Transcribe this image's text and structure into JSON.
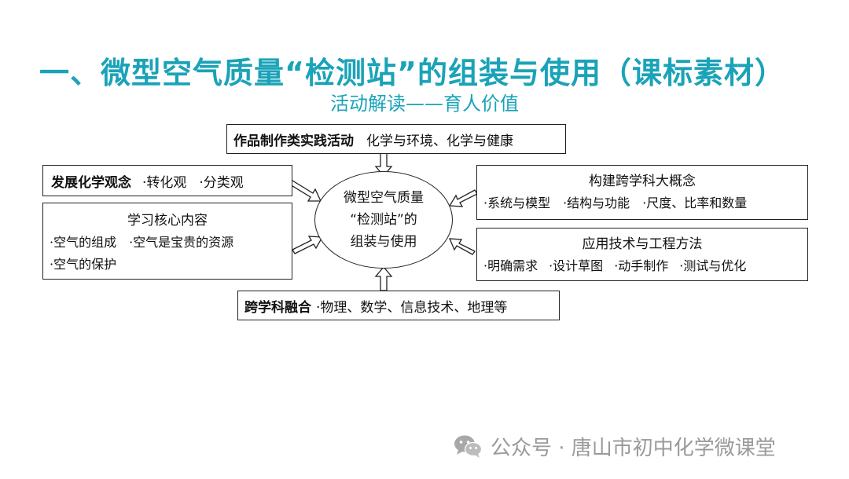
{
  "title": "一、微型空气质量“检测站”的组装与使用（课标素材）",
  "subtitle": "活动解读——育人价值",
  "center": {
    "line1": "微型空气质量",
    "line2": "“检测站”的",
    "line3": "组装与使用"
  },
  "top_box": {
    "label": "作品制作类实践活动",
    "content": "化学与环境、化学与健康"
  },
  "bottom_box": {
    "label": "跨学科融合",
    "content": "·物理、数学、信息技术、地理等"
  },
  "left_box1": {
    "label": "发展化学观念",
    "items": [
      "·转化观",
      "·分类观"
    ]
  },
  "left_box2": {
    "heading": "学习核心内容",
    "line1": "·空气的组成　·空气是宝贵的资源",
    "line2": "·空气的保护"
  },
  "right_box1": {
    "heading": "构建跨学科大概念",
    "items": [
      "·系统与模型",
      "·结构与功能",
      "·尺度、比率和数量"
    ]
  },
  "right_box2": {
    "heading": "应用技术与工程方法",
    "items": [
      "·明确需求",
      "·设计草图",
      "·动手制作",
      "·测试与优化"
    ]
  },
  "watermark": {
    "text": "公众号 · 唐山市初中化学微课堂",
    "icon": "wechat-icon"
  },
  "colors": {
    "accent": "#1aa3b8",
    "watermark": "#9a9a9a"
  }
}
